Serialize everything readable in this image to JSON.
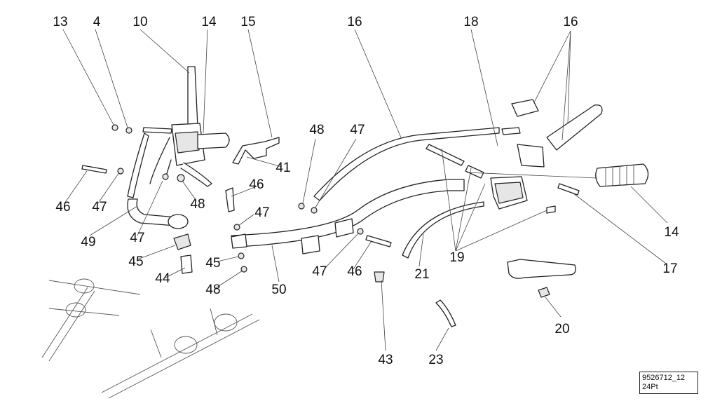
{
  "diagram": {
    "code_box": {
      "line1": "9526712_12",
      "line2": "24Pt"
    },
    "labels": [
      "13",
      "4",
      "10",
      "14",
      "15",
      "16",
      "18",
      "16",
      "41",
      "48",
      "47",
      "46",
      "47",
      "49",
      "48",
      "46",
      "47",
      "47",
      "45",
      "45",
      "44",
      "48",
      "50",
      "47",
      "46",
      "21",
      "19",
      "14",
      "17",
      "43",
      "23",
      "20"
    ]
  }
}
